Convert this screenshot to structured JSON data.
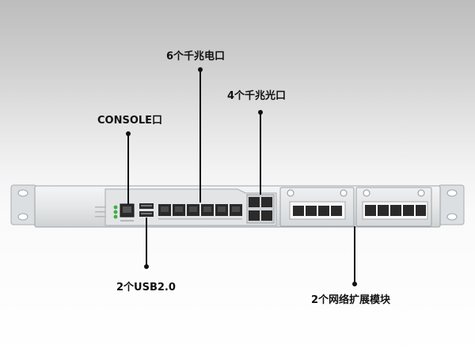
{
  "callouts": {
    "gigabit_copper": "6个千兆电口",
    "gigabit_fiber": "4个千兆光口",
    "console": "CONSOLE口",
    "usb": "2个USB2.0",
    "expansion": "2个网络扩展模块"
  },
  "device": {
    "body_color": "#e9ebec",
    "port_color": "#2a2a2a",
    "led_color": "#3fae3f"
  }
}
